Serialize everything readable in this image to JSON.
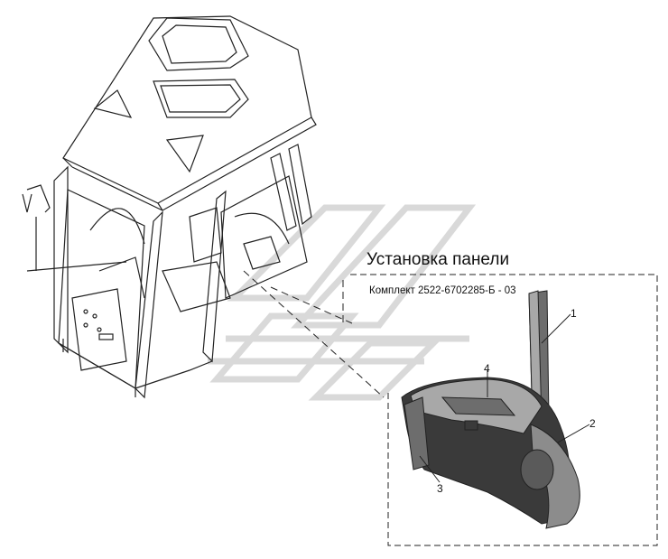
{
  "diagram": {
    "title": "Установка панели",
    "kit_label": "Комплект 2522-6702285-Б - 03",
    "callouts": [
      {
        "number": "1",
        "part": "pillar-trim"
      },
      {
        "number": "2",
        "part": "wheel-arch-panel"
      },
      {
        "number": "3",
        "part": "side-cover"
      },
      {
        "number": "4",
        "part": "upper-panel"
      }
    ]
  },
  "colors": {
    "line": "#222222",
    "watermark": "#d9d9d9",
    "panel_dark": "#3a3a3a",
    "panel_mid": "#6d6d6d",
    "panel_light": "#a8a8a8"
  },
  "icons": [
    "tractor-cab-drawing",
    "panel-assembly-drawing",
    "watermark-logo"
  ]
}
